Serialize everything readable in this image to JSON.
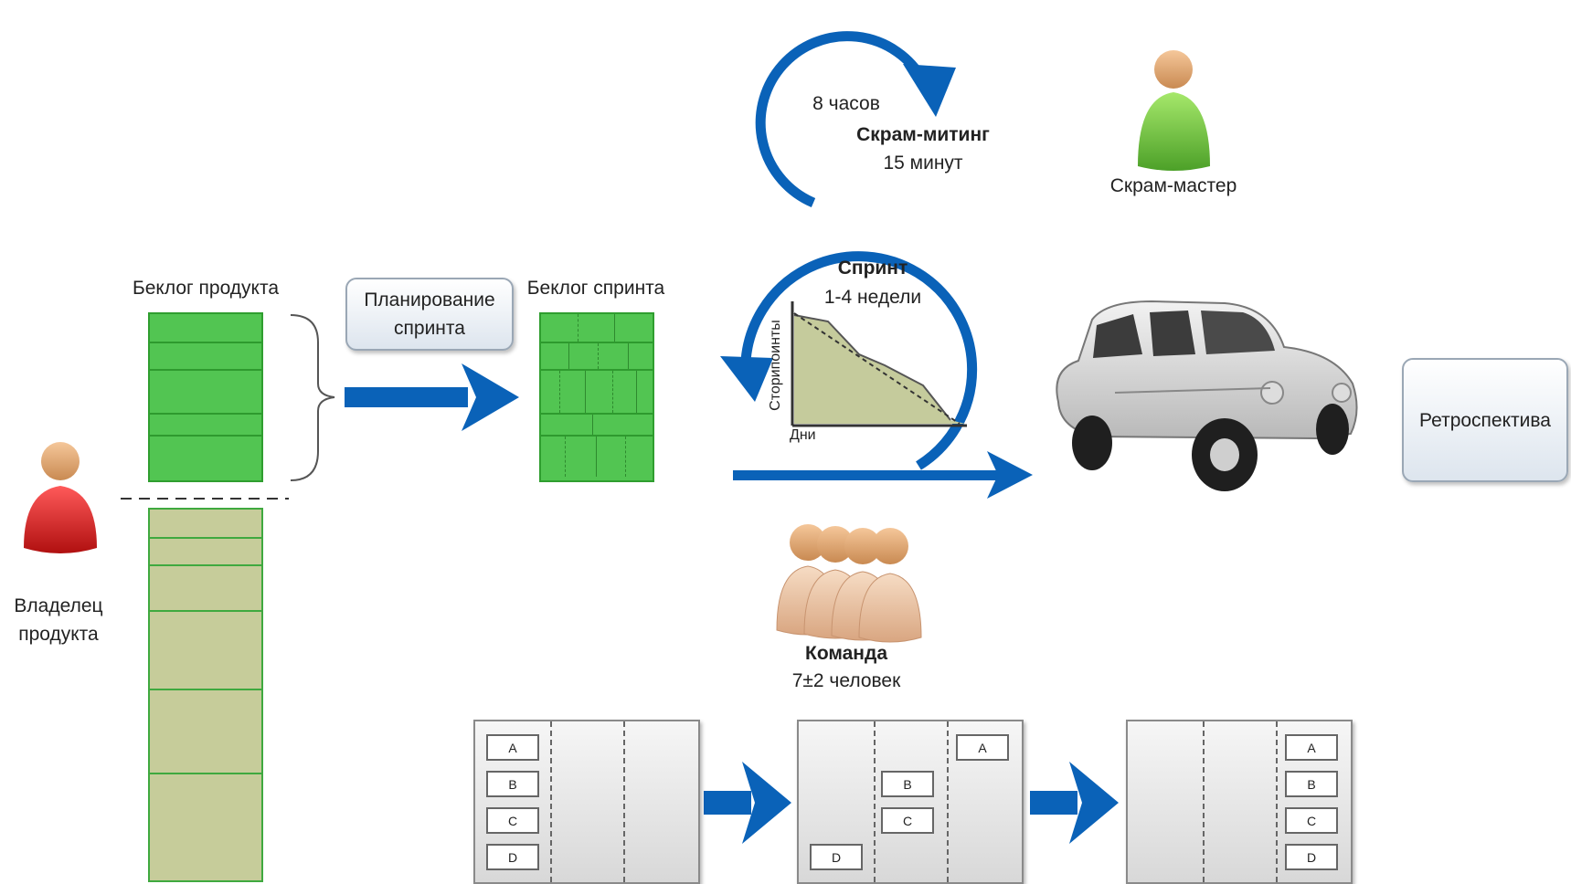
{
  "product_owner": {
    "label_line1": "Владелец",
    "label_line2": "продукта"
  },
  "product_backlog": {
    "label": "Беклог продукта"
  },
  "sprint_planning": {
    "line1": "Планирование",
    "line2": "спринта"
  },
  "sprint_backlog": {
    "label": "Беклог спринта"
  },
  "daily_cycle": {
    "hours": "8 часов",
    "title": "Скрам-митинг",
    "duration": "15 минут"
  },
  "scrum_master": {
    "label": "Скрам-мастер"
  },
  "sprint": {
    "title": "Спринт",
    "duration": "1-4 недели"
  },
  "burndown": {
    "y_axis": "Сторипоинты",
    "x_axis": "Дни"
  },
  "team": {
    "title": "Команда",
    "size": "7±2 человек"
  },
  "retrospective": {
    "label": "Ретроспектива"
  },
  "boards": [
    {
      "cards": [
        "A",
        "B",
        "C",
        "D"
      ]
    },
    {
      "cards": [
        "A",
        "B",
        "C",
        "D"
      ]
    },
    {
      "cards": [
        "A",
        "B",
        "C",
        "D"
      ]
    }
  ],
  "colors": {
    "arrow_blue": "#0a62b8",
    "backlog_green": "#52c552",
    "owner_red": "#d62020",
    "master_green": "#6cc33a",
    "team_skin": "#e6b48a"
  }
}
